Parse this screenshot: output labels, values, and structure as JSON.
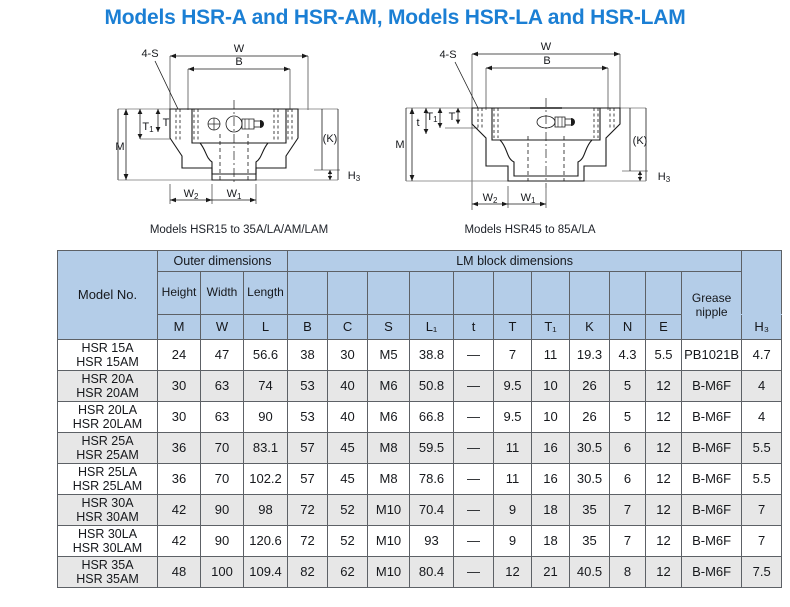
{
  "page": {
    "title": "Models HSR-A and HSR-AM, Models HSR-LA and HSR-LAM",
    "title_color": "#1b7fd4",
    "header_fill": "#b4cde8",
    "row_alt_fill": "#e7e7e7"
  },
  "figures": [
    {
      "id": "figure-left",
      "caption": "Models HSR15 to 35A/LA/AM/LAM",
      "labels": {
        "four_s": "4-S",
        "w": "W",
        "b": "B",
        "m": "M",
        "t1": "T₁",
        "t": "T",
        "k": "(K)",
        "h3": "H₃",
        "w1": "W₁",
        "w2": "W₂"
      }
    },
    {
      "id": "figure-right",
      "caption": "Models HSR45 to 85A/LA",
      "labels": {
        "four_s": "4-S",
        "w": "W",
        "b": "B",
        "m": "M",
        "t_small": "t",
        "t1": "T₁",
        "t": "T",
        "k": "(K)",
        "h3": "H₃",
        "w1": "W₁",
        "w2": "W₂"
      }
    }
  ],
  "table": {
    "group_headers": {
      "model": "Model No.",
      "outer": "Outer dimensions",
      "lm_block": "LM block dimensions",
      "grease": "Grease nipple",
      "h3_blank": ""
    },
    "name_headers": {
      "height": "Height",
      "width": "Width",
      "length": "Length"
    },
    "symbols": {
      "m": "M",
      "w": "W",
      "l": "L",
      "b": "B",
      "c": "C",
      "s": "S",
      "l1": "L₁",
      "t_small": "t",
      "t_cap": "T",
      "t1": "T₁",
      "k": "K",
      "n": "N",
      "e": "E",
      "h3": "H₃"
    },
    "rows": [
      {
        "model_line1": "HSR 15A",
        "model_line2": "HSR 15AM",
        "M": "24",
        "W": "47",
        "L": "56.6",
        "B": "38",
        "C": "30",
        "S": "M5",
        "L1": "38.8",
        "t": "—",
        "T": "7",
        "T1": "11",
        "K": "19.3",
        "N": "4.3",
        "E": "5.5",
        "grease": "PB1021B",
        "H3": "4.7"
      },
      {
        "model_line1": "HSR 20A",
        "model_line2": "HSR 20AM",
        "M": "30",
        "W": "63",
        "L": "74",
        "B": "53",
        "C": "40",
        "S": "M6",
        "L1": "50.8",
        "t": "—",
        "T": "9.5",
        "T1": "10",
        "K": "26",
        "N": "5",
        "E": "12",
        "grease": "B-M6F",
        "H3": "4"
      },
      {
        "model_line1": "HSR 20LA",
        "model_line2": "HSR 20LAM",
        "M": "30",
        "W": "63",
        "L": "90",
        "B": "53",
        "C": "40",
        "S": "M6",
        "L1": "66.8",
        "t": "—",
        "T": "9.5",
        "T1": "10",
        "K": "26",
        "N": "5",
        "E": "12",
        "grease": "B-M6F",
        "H3": "4"
      },
      {
        "model_line1": "HSR 25A",
        "model_line2": "HSR 25AM",
        "M": "36",
        "W": "70",
        "L": "83.1",
        "B": "57",
        "C": "45",
        "S": "M8",
        "L1": "59.5",
        "t": "—",
        "T": "11",
        "T1": "16",
        "K": "30.5",
        "N": "6",
        "E": "12",
        "grease": "B-M6F",
        "H3": "5.5"
      },
      {
        "model_line1": "HSR 25LA",
        "model_line2": "HSR 25LAM",
        "M": "36",
        "W": "70",
        "L": "102.2",
        "B": "57",
        "C": "45",
        "S": "M8",
        "L1": "78.6",
        "t": "—",
        "T": "11",
        "T1": "16",
        "K": "30.5",
        "N": "6",
        "E": "12",
        "grease": "B-M6F",
        "H3": "5.5"
      },
      {
        "model_line1": "HSR 30A",
        "model_line2": "HSR 30AM",
        "M": "42",
        "W": "90",
        "L": "98",
        "B": "72",
        "C": "52",
        "S": "M10",
        "L1": "70.4",
        "t": "—",
        "T": "9",
        "T1": "18",
        "K": "35",
        "N": "7",
        "E": "12",
        "grease": "B-M6F",
        "H3": "7"
      },
      {
        "model_line1": "HSR 30LA",
        "model_line2": "HSR 30LAM",
        "M": "42",
        "W": "90",
        "L": "120.6",
        "B": "72",
        "C": "52",
        "S": "M10",
        "L1": "93",
        "t": "—",
        "T": "9",
        "T1": "18",
        "K": "35",
        "N": "7",
        "E": "12",
        "grease": "B-M6F",
        "H3": "7"
      },
      {
        "model_line1": "HSR 35A",
        "model_line2": "HSR 35AM",
        "M": "48",
        "W": "100",
        "L": "109.4",
        "B": "82",
        "C": "62",
        "S": "M10",
        "L1": "80.4",
        "t": "—",
        "T": "12",
        "T1": "21",
        "K": "40.5",
        "N": "8",
        "E": "12",
        "grease": "B-M6F",
        "H3": "7.5"
      }
    ]
  }
}
